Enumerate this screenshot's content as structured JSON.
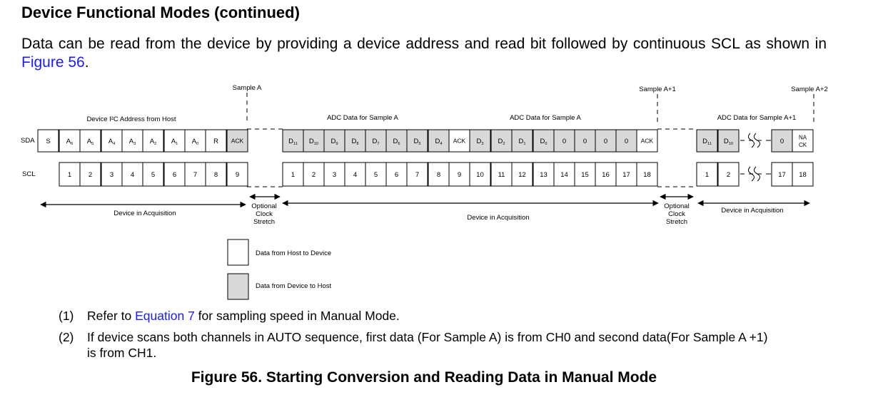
{
  "heading": "Device Functional Modes (continued)",
  "intro": {
    "before": "Data can be read from the device by providing a device address and read bit followed by continuous SCL as shown in ",
    "link": "Figure 56",
    "after": "."
  },
  "diagram": {
    "sample_labels": [
      "Sample A",
      "Sample A+1",
      "Sample A+2"
    ],
    "group_labels": [
      "Device I²C Address from Host",
      "ADC Data for Sample A",
      "ADC Data for Sample A",
      "ADC Data for Sample A+1"
    ],
    "line_labels": {
      "sda": "SDA",
      "scl": "SCL"
    },
    "sda_cells": [
      {
        "t": "S",
        "s": false
      },
      {
        "t": "A",
        "sub": "6",
        "s": false
      },
      {
        "t": "A",
        "sub": "5",
        "s": false
      },
      {
        "t": "A",
        "sub": "4",
        "s": false
      },
      {
        "t": "A",
        "sub": "3",
        "s": false
      },
      {
        "t": "A",
        "sub": "2",
        "s": false
      },
      {
        "t": "A",
        "sub": "1",
        "s": false
      },
      {
        "t": "A",
        "sub": "0",
        "s": false
      },
      {
        "t": "R",
        "s": false
      },
      {
        "t": "ACK",
        "s": true
      },
      {
        "t": "D",
        "sub": "11",
        "s": true
      },
      {
        "t": "D",
        "sub": "10",
        "s": true
      },
      {
        "t": "D",
        "sub": "9",
        "s": true
      },
      {
        "t": "D",
        "sub": "8",
        "s": true
      },
      {
        "t": "D",
        "sub": "7",
        "s": true
      },
      {
        "t": "D",
        "sub": "6",
        "s": true
      },
      {
        "t": "D",
        "sub": "5",
        "s": true
      },
      {
        "t": "D",
        "sub": "4",
        "s": true
      },
      {
        "t": "ACK",
        "s": false
      },
      {
        "t": "D",
        "sub": "3",
        "s": true
      },
      {
        "t": "D",
        "sub": "2",
        "s": true
      },
      {
        "t": "D",
        "sub": "1",
        "s": true
      },
      {
        "t": "D",
        "sub": "0",
        "s": true
      },
      {
        "t": "0",
        "s": true
      },
      {
        "t": "0",
        "s": true
      },
      {
        "t": "0",
        "s": true
      },
      {
        "t": "0",
        "s": true
      },
      {
        "t": "ACK",
        "s": false
      },
      {
        "t": "D",
        "sub": "11",
        "s": true
      },
      {
        "t": "D",
        "sub": "10",
        "s": true
      },
      {
        "t": "0",
        "s": true
      },
      {
        "t": "NA\nCK",
        "s": false
      }
    ],
    "scl_cells": [
      "1",
      "2",
      "3",
      "4",
      "5",
      "6",
      "7",
      "8",
      "9",
      "1",
      "2",
      "3",
      "4",
      "5",
      "6",
      "7",
      "8",
      "9",
      "10",
      "11",
      "12",
      "13",
      "14",
      "15",
      "16",
      "17",
      "18",
      "1",
      "2",
      "17",
      "18"
    ],
    "phase_labels": [
      "Device in Acquisition",
      "Device in Acquisition",
      "Device in Acquisition"
    ],
    "stretch_label": [
      "Optional",
      "Clock",
      "Stretch"
    ],
    "legend": [
      {
        "label": "Data from Host to Device",
        "fill": "#ffffff"
      },
      {
        "label": "Data from Device to Host",
        "fill": "#d9d9d9"
      }
    ]
  },
  "notes": [
    {
      "num": "(1)",
      "before": "Refer to ",
      "link": "Equation 7",
      "after": " for sampling speed in Manual Mode."
    },
    {
      "num": "(2)",
      "before": "If device scans both channels in AUTO sequence, first data (For Sample A) is from CH0 and second data(For Sample A +1) is from CH1.",
      "link": "",
      "after": ""
    }
  ],
  "caption": "Figure 56.  Starting Conversion and Reading Data in Manual Mode"
}
